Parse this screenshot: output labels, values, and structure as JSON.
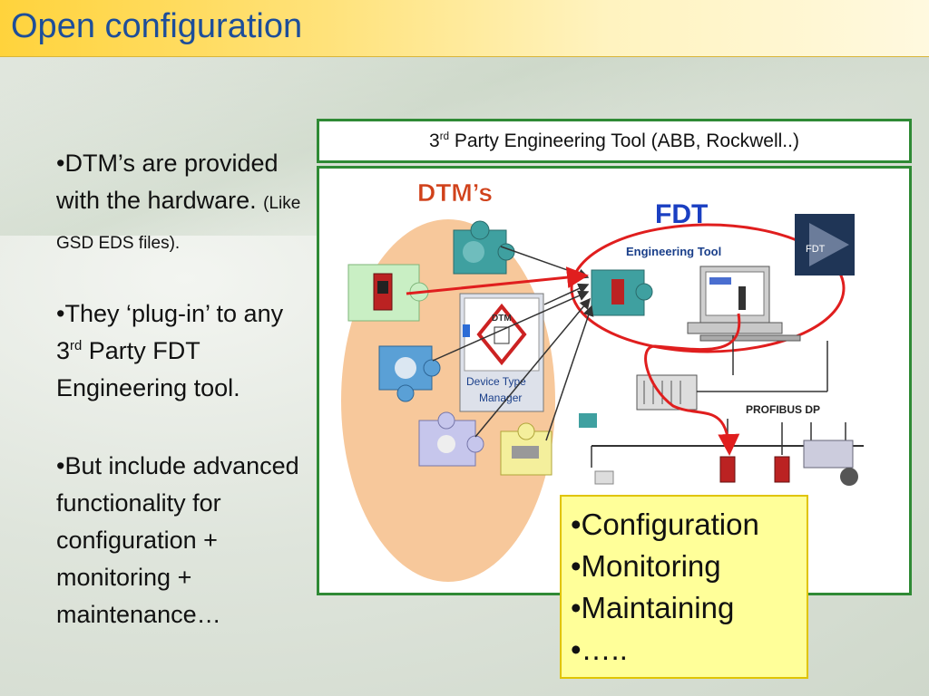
{
  "slide": {
    "title": "Open configuration"
  },
  "bullets": [
    {
      "text": "•DTM’s are provided with the hardware.",
      "note": "(Like GSD EDS files)."
    },
    {
      "pre": "•They ‘plug-in’ to any 3",
      "sup": "rd",
      "post": " Party FDT Engineering tool."
    },
    {
      "text": "•But include advanced functionality for configuration + monitoring + maintenance…"
    }
  ],
  "tool_header": {
    "prefix": "3",
    "sup": "rd",
    "suffix": " Party Engineering Tool (ABB, Rockwell..)"
  },
  "diagram": {
    "dtms_label": "DTM’s",
    "fdt_label": "FDT",
    "engineering_tool_label": "Engineering Tool",
    "dtm_box_title": "DTM",
    "dtm_box_caption_line1": "Device Type",
    "dtm_box_caption_line2": "Manager",
    "profibus_label": "PROFIBUS DP",
    "fdt_logo_text": "FDT",
    "colors": {
      "dtm_ellipse": "#f7c89b",
      "fdt_label": "#1a3fc2",
      "dtms_label": "#d0411a",
      "highlight_red": "#e01e1e",
      "puzzle_teal": "#3fa0a0",
      "puzzle_lightgreen": "#c9efc4",
      "puzzle_blue": "#5aa0d6",
      "puzzle_lavender": "#c6c6ec",
      "puzzle_yellow": "#f4ef9c"
    }
  },
  "features": [
    {
      "text": "•Configuration"
    },
    {
      "text": "•Monitoring"
    },
    {
      "text": "•Maintaining"
    },
    {
      "text": "•….."
    }
  ]
}
